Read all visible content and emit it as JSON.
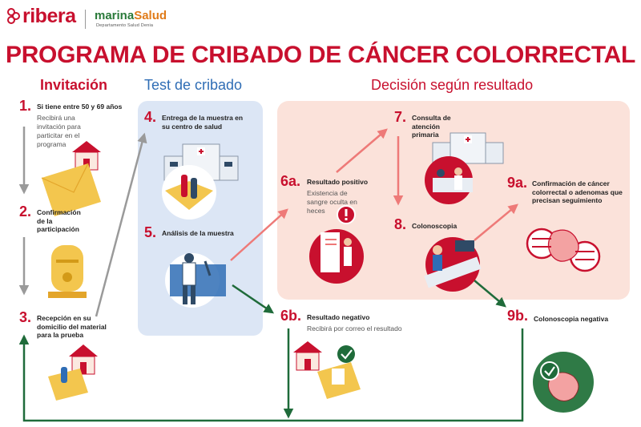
{
  "logos": {
    "ribera": "ribera",
    "marina_prefix": "marina",
    "marina_suffix": "Salud",
    "marina_sub": "Departamento Salud Denia"
  },
  "title": "PROGRAMA DE CRIBADO DE CÁNCER COLORRECTAL",
  "sections": {
    "invitacion": "Invitación",
    "test": "Test de cribado",
    "decision": "Decisión según resultado"
  },
  "steps": {
    "s1": {
      "num": "1.",
      "label": "Si tiene entre 50 y 69 años",
      "sub": "Recibirá una invitación para particitar en el programa"
    },
    "s2": {
      "num": "2.",
      "label": "Confirmación de la participación"
    },
    "s3": {
      "num": "3.",
      "label": "Recepción en su domicilio del material para la prueba"
    },
    "s4": {
      "num": "4.",
      "label": "Entrega de la muestra en su centro de salud"
    },
    "s5": {
      "num": "5.",
      "label": "Análisis de la muestra"
    },
    "s6a": {
      "num": "6a.",
      "label": "Resultado positivo",
      "sub": "Existencia de sangre oculta en heces"
    },
    "s6b": {
      "num": "6b.",
      "label": "Resultado negativo",
      "sub": "Recibirá por correo el resultado"
    },
    "s7": {
      "num": "7.",
      "label": "Consulta de atención primaria"
    },
    "s8": {
      "num": "8.",
      "label": "Colonoscopia"
    },
    "s9a": {
      "num": "9a.",
      "label": "Confirmación de cáncer colorrectal o adenomas que precisan seguimiento"
    },
    "s9b": {
      "num": "9b.",
      "label": "Colonoscopia negativa"
    }
  },
  "colors": {
    "red": "#c8102e",
    "blue": "#2f6db5",
    "green": "#1f6b3a",
    "grey_arrow": "#9a9a9a",
    "salmon_arrow": "#ee7a78",
    "panel_blue": "#dce6f5",
    "panel_pink": "#fbe2da",
    "envelope": "#f3c64e"
  },
  "icons": [
    "house-icon",
    "envelope-icon",
    "mailbox-icon",
    "health-center-icon",
    "microscope-icon",
    "sample-tube-icon",
    "doctor-icon",
    "colon-icon",
    "check-icon",
    "alert-icon"
  ]
}
